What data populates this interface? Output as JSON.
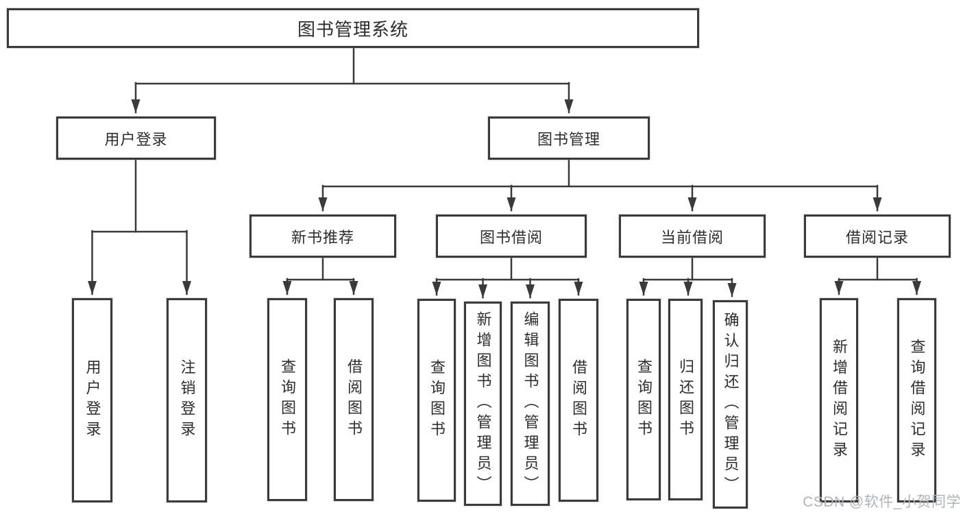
{
  "page": {
    "background": "#ffffff",
    "line_color": "#3a3a3a",
    "box_border_color": "#3a3a3a",
    "text_color": "#2d2d2d",
    "watermark_color": "#aeb4ba"
  },
  "diagram": {
    "type": "hierarchy-tree",
    "root": "图书管理系统",
    "level2": {
      "user_login": "用户登录",
      "book_mgmt": "图书管理"
    },
    "level3": {
      "new_book_rec": "新书推荐",
      "book_borrow": "图书借阅",
      "current_borrow": "当前借阅",
      "borrow_records": "借阅记录"
    },
    "leaves": [
      "用户登录",
      "注销登录",
      "查询图书",
      "借阅图书",
      "查询图书",
      "新增图书（管理员）",
      "编辑图书（管理员）",
      "借阅图书",
      "查询图书",
      "归还图书",
      "确认归还（管理员）",
      "新增借阅记录",
      "查询借阅记录"
    ]
  },
  "watermark": "CSDN @软件_小贺同学"
}
